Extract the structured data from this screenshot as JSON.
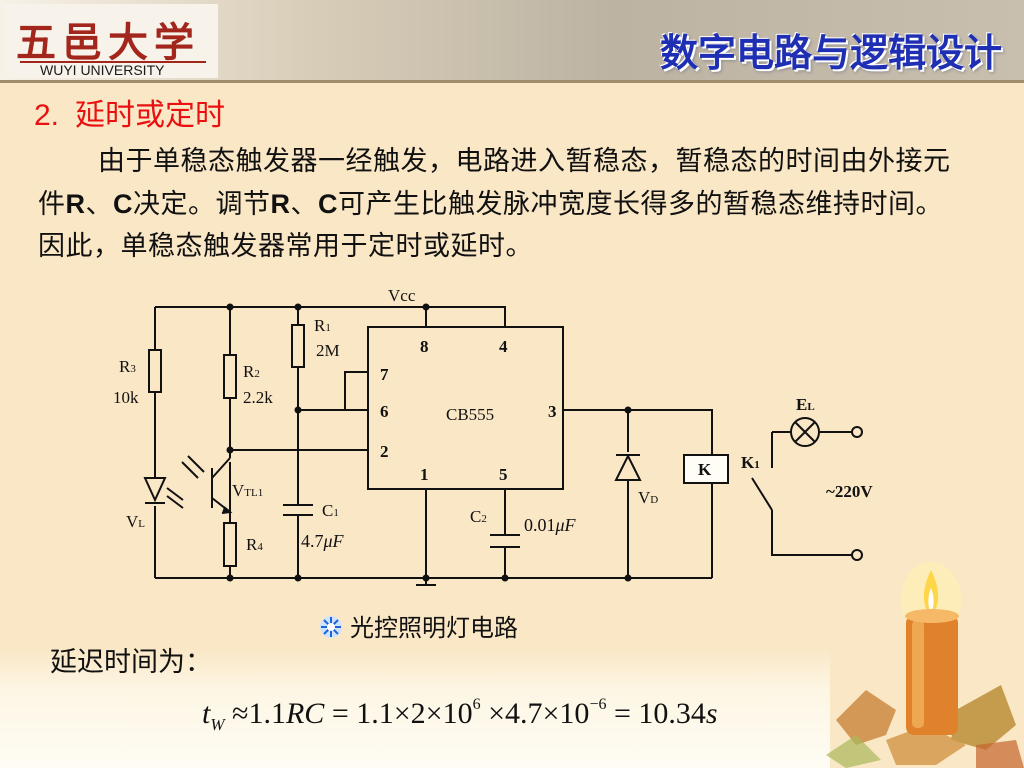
{
  "header": {
    "logo_cn": "五邑大学",
    "logo_en": "WUYI UNIVERSITY",
    "course_title": "数字电路与逻辑设计"
  },
  "section": {
    "number": "2.",
    "title": "延时或定时"
  },
  "paragraph": {
    "part1": "由于单稳态触发器一经触发，电路进入暂稳态，暂稳态的时间由外接元件",
    "R1": "R",
    "sep1": "、",
    "C1": "C",
    "part2": "决定。调节",
    "R2": "R",
    "sep2": "、",
    "C2": "C",
    "part3": "可产生比触发脉冲宽度长得多的暂稳态维持时间。因此，单稳态触发器常用于定时或延时。"
  },
  "circuit": {
    "vcc": "Vcc",
    "r1_name": "R",
    "r1_sub": "1",
    "r1_value": "2M",
    "r2_name": "R",
    "r2_sub": "2",
    "r2_value": "2.2k",
    "r3_name": "R",
    "r3_sub": "3",
    "r3_value": "10k",
    "r4_name": "R",
    "r4_sub": "4",
    "c1_name": "C",
    "c1_sub": "1",
    "c1_value_num": "4.7",
    "c1_value_mu": "μ",
    "c1_value_unit": "F",
    "c2_name": "C",
    "c2_sub": "2",
    "c2_value_num": "0.01",
    "c2_value_mu": "μ",
    "c2_value_unit": "F",
    "chip": "CB555",
    "pin8": "8",
    "pin4": "4",
    "pin7": "7",
    "pin6": "6",
    "pin3": "3",
    "pin2": "2",
    "pin1": "1",
    "pin5": "5",
    "vtl_name": "V",
    "vtl_sub": "TL1",
    "vl_name": "V",
    "vl_sub": "L",
    "vd_name": "V",
    "vd_sub": "D",
    "relay": "K",
    "k1_name": "K",
    "k1_sub": "1",
    "el_name": "E",
    "el_sub": "L",
    "mains": "~220V"
  },
  "caption": "光控照明灯电路",
  "delay_label": "延迟时间为：",
  "formula": {
    "t": "t",
    "t_sub": "W",
    "approx": "≈",
    "coef": "1.1",
    "rc": "RC",
    "eq1": "=",
    "rhs1": "1.1×2×10",
    "exp1": "6",
    "rhs2": "×4.7×10",
    "exp2": "−6",
    "eq2": "=",
    "result": "10.34",
    "unit": "s"
  },
  "colors": {
    "background": "#fae7c6",
    "title_red": "#e81010",
    "course_blue": "#1f2fb4",
    "logo_red": "#a3261c"
  }
}
